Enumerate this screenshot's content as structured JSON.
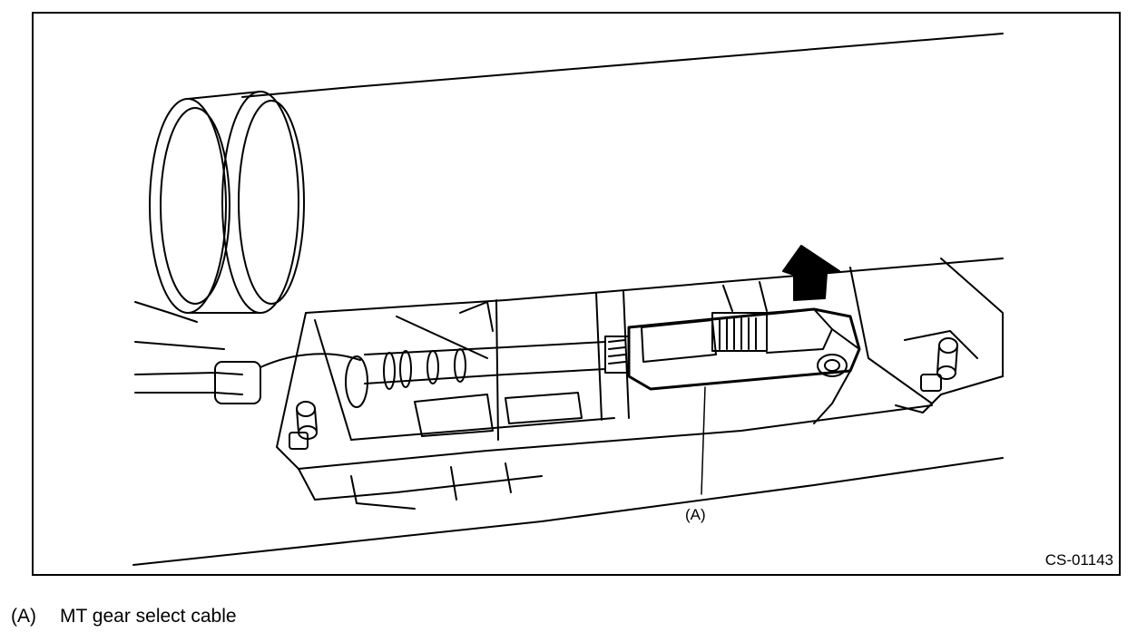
{
  "figure": {
    "callout_label": "(A)",
    "figure_code": "CS-01143",
    "arrow_icon": "up-arrow-icon"
  },
  "legend": {
    "items": [
      {
        "key": "(A)",
        "description": "MT gear select cable"
      }
    ]
  }
}
